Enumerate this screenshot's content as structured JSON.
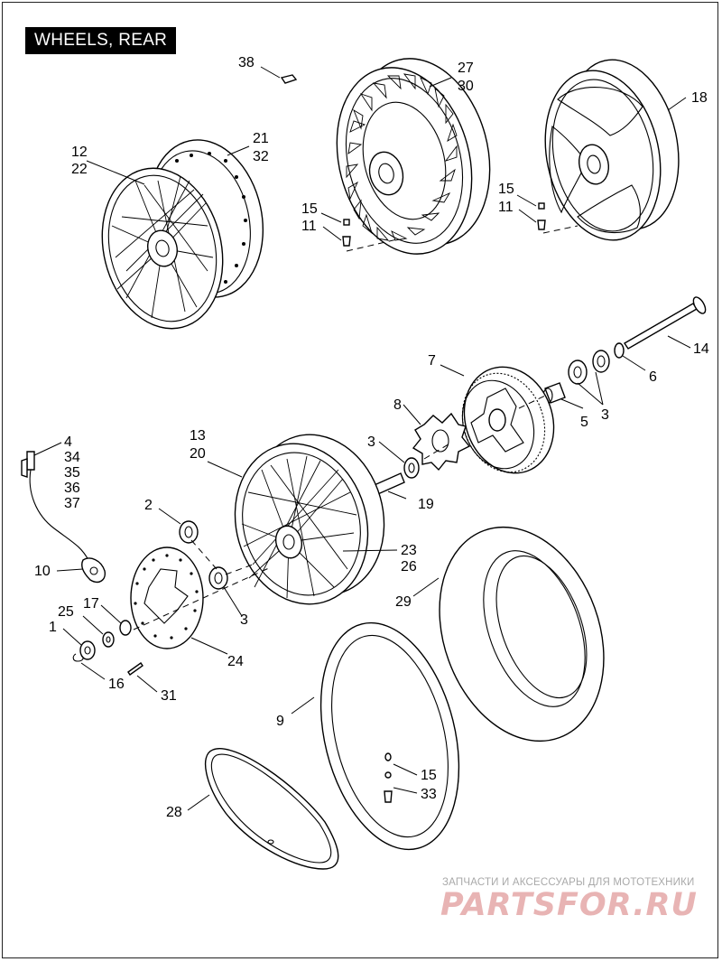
{
  "title": "WHEELS, REAR",
  "callouts": {
    "c38": "38",
    "c27": "27",
    "c30": "30",
    "c18": "18",
    "c21": "21",
    "c32": "32",
    "c12": "12",
    "c22": "22",
    "c15a": "15",
    "c11a": "11",
    "c15b": "15",
    "c11b": "11",
    "c14": "14",
    "c7": "7",
    "c6": "6",
    "c5": "5",
    "c3a": "3",
    "c8": "8",
    "c3b": "3",
    "c19": "19",
    "c4": "4",
    "c34": "34",
    "c35": "35",
    "c36": "36",
    "c37": "37",
    "c13": "13",
    "c20": "20",
    "c2": "2",
    "c23": "23",
    "c26": "26",
    "c10": "10",
    "c3c": "3",
    "c17": "17",
    "c25": "25",
    "c1": "1",
    "c24": "24",
    "c29": "29",
    "c16": "16",
    "c31": "31",
    "c9": "9",
    "c15c": "15",
    "c33": "33",
    "c28": "28"
  },
  "watermark": {
    "tagline": "ЗАПЧАСТИ И АКСЕССУАРЫ ДЛЯ МОТОТЕХНИКИ",
    "logo": "PARTSFOR.RU"
  },
  "colors": {
    "frame": "#222222",
    "title_bg": "#000000",
    "title_fg": "#ffffff",
    "watermark_logo": "#e8b4b4",
    "watermark_text": "#a9a9a9"
  }
}
